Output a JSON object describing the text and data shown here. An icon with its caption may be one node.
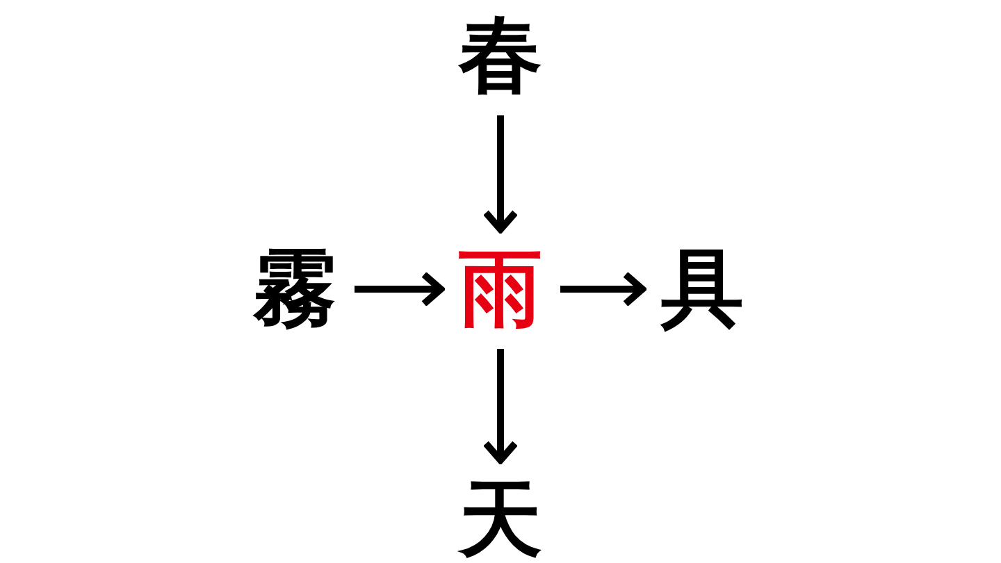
{
  "diagram": {
    "nodes": [
      {
        "text": [
          "春"
        ]
      },
      {
        "text": [
          "霧"
        ]
      },
      {
        "text": [
          "雨"
        ]
      },
      {
        "text": [
          "具"
        ]
      },
      {
        "text": [
          "天"
        ]
      }
    ],
    "edges": [
      {
        "from": 0,
        "to": 2,
        "arrow": "to"
      },
      {
        "from": 1,
        "to": 2,
        "arrow": "to"
      },
      {
        "from": 2,
        "to": 3,
        "arrow": "to"
      },
      {
        "from": 2,
        "to": 4,
        "arrow": "to"
      }
    ]
  }
}
